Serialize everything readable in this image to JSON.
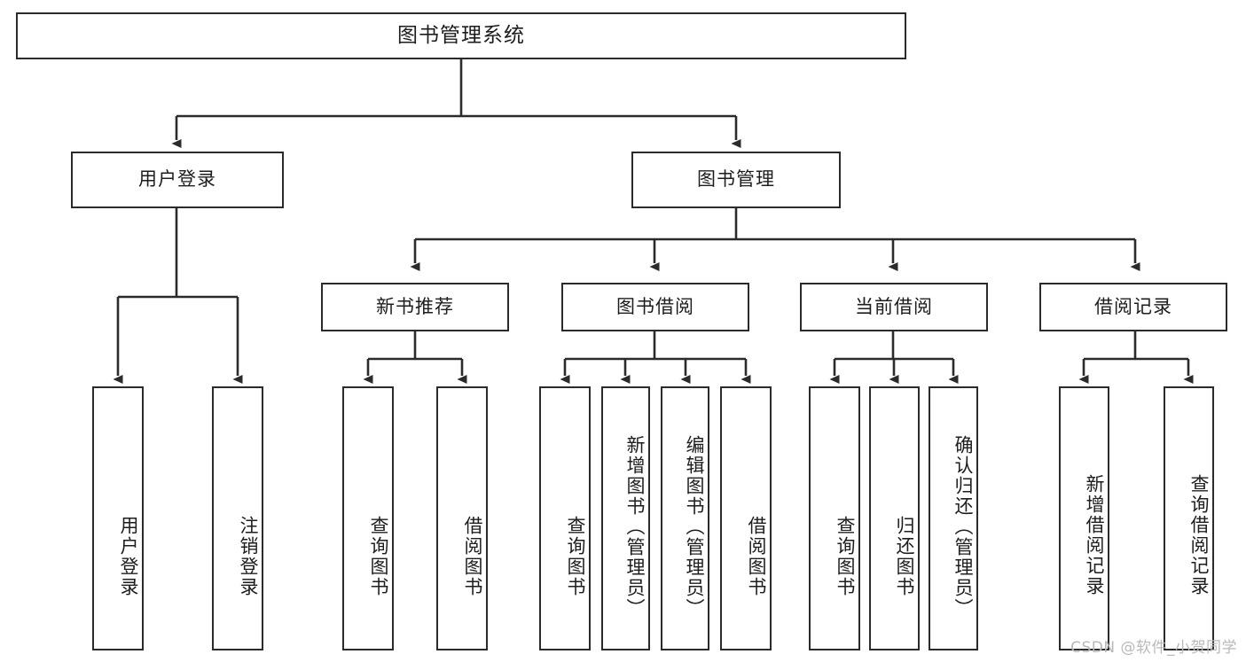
{
  "diagram": {
    "title": "图书管理系统",
    "watermark": "CSDN @软件_小贺同学",
    "stroke_color": "#2b2b2b",
    "background_color": "#ffffff",
    "text_color": "#1d1d1d",
    "watermark_color": "#b9b9b9"
  },
  "root": {
    "label": "图书管理系统"
  },
  "level2": [
    {
      "label": "用户登录"
    },
    {
      "label": "图书管理"
    }
  ],
  "level3": [
    {
      "label": "新书推荐"
    },
    {
      "label": "图书借阅"
    },
    {
      "label": "当前借阅"
    },
    {
      "label": "借阅记录"
    }
  ],
  "leaves": {
    "user_login": [
      {
        "label": "用户登录"
      },
      {
        "label": "注销登录"
      }
    ],
    "new_book_recommend": [
      {
        "label": "查询图书"
      },
      {
        "label": "借阅图书"
      }
    ],
    "book_borrow": [
      {
        "label": "查询图书"
      },
      {
        "label": "新增图书（管理员）"
      },
      {
        "label": "编辑图书（管理员）"
      },
      {
        "label": "借阅图书"
      }
    ],
    "current_borrow": [
      {
        "label": "查询图书"
      },
      {
        "label": "归还图书"
      },
      {
        "label": "确认归还（管理员）"
      }
    ],
    "borrow_record": [
      {
        "label": "新增借阅记录"
      },
      {
        "label": "查询借阅记录"
      }
    ]
  }
}
